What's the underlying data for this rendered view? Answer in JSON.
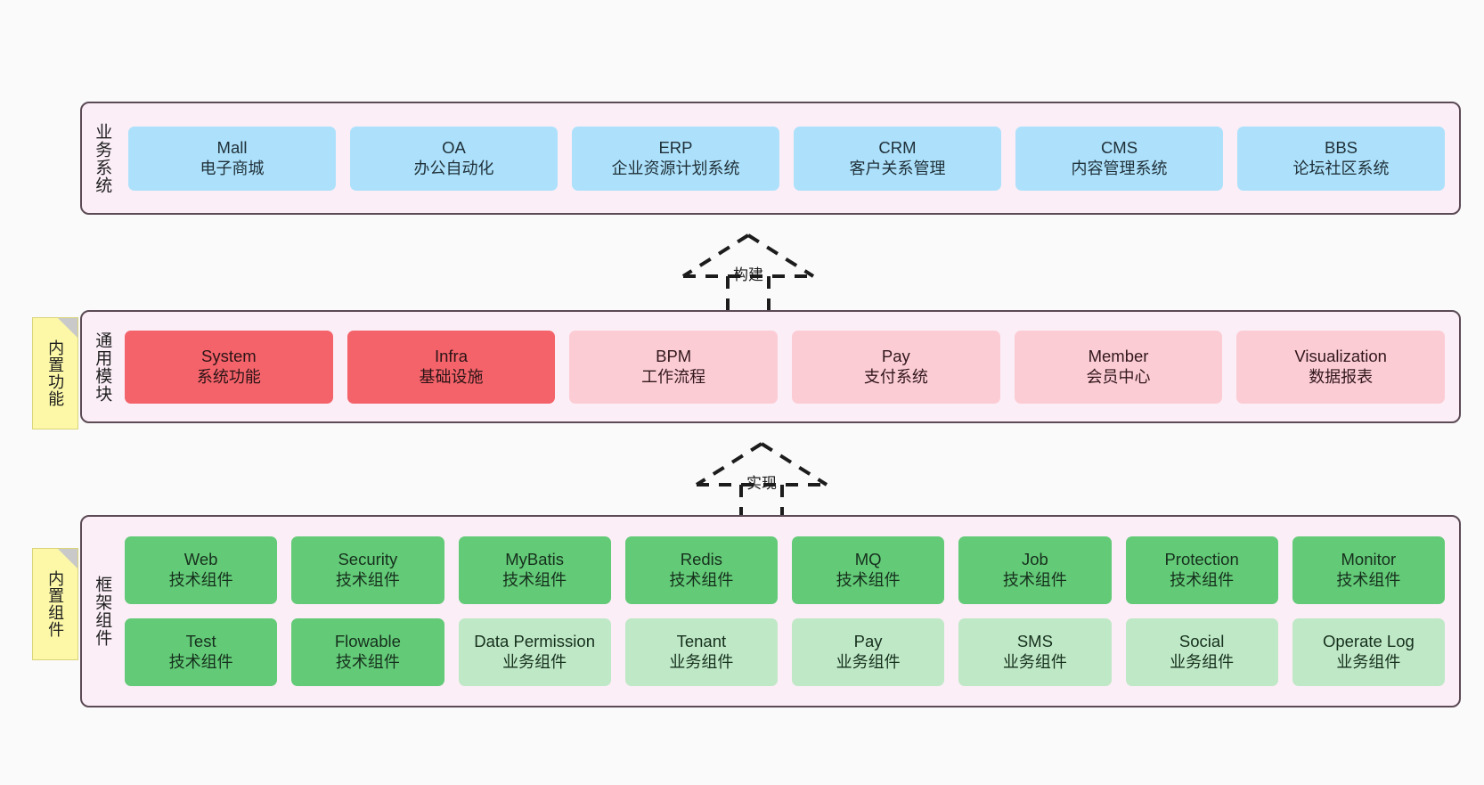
{
  "diagram": {
    "background": "#fafafa",
    "layer_fill": "#fbeef7",
    "layer_border": "#5c4a55",
    "tag_fill": "#fcf8a8"
  },
  "layers": {
    "business": {
      "title": "业务系统",
      "cards": [
        {
          "name": "Mall",
          "sub": "电子商城",
          "color": "#ade1fb"
        },
        {
          "name": "OA",
          "sub": "办公自动化",
          "color": "#ade1fb"
        },
        {
          "name": "ERP",
          "sub": "企业资源计划系统",
          "color": "#ade1fb"
        },
        {
          "name": "CRM",
          "sub": "客户关系管理",
          "color": "#ade1fb"
        },
        {
          "name": "CMS",
          "sub": "内容管理系统",
          "color": "#ade1fb"
        },
        {
          "name": "BBS",
          "sub": "论坛社区系统",
          "color": "#ade1fb"
        }
      ]
    },
    "modules": {
      "title": "通用模块",
      "cards": [
        {
          "name": "System",
          "sub": "系统功能",
          "color": "#f4636a"
        },
        {
          "name": "Infra",
          "sub": "基础设施",
          "color": "#f4636a"
        },
        {
          "name": "BPM",
          "sub": "工作流程",
          "color": "#fcccd4"
        },
        {
          "name": "Pay",
          "sub": "支付系统",
          "color": "#fcccd4"
        },
        {
          "name": "Member",
          "sub": "会员中心",
          "color": "#fcccd4"
        },
        {
          "name": "Visualization",
          "sub": "数据报表",
          "color": "#fcccd4"
        }
      ]
    },
    "framework": {
      "title": "框架组件",
      "row1": [
        {
          "name": "Web",
          "sub": "技术组件",
          "color": "#63ca77"
        },
        {
          "name": "Security",
          "sub": "技术组件",
          "color": "#63ca77"
        },
        {
          "name": "MyBatis",
          "sub": "技术组件",
          "color": "#63ca77"
        },
        {
          "name": "Redis",
          "sub": "技术组件",
          "color": "#63ca77"
        },
        {
          "name": "MQ",
          "sub": "技术组件",
          "color": "#63ca77"
        },
        {
          "name": "Job",
          "sub": "技术组件",
          "color": "#63ca77"
        },
        {
          "name": "Protection",
          "sub": "技术组件",
          "color": "#63ca77"
        },
        {
          "name": "Monitor",
          "sub": "技术组件",
          "color": "#63ca77"
        }
      ],
      "row2": [
        {
          "name": "Test",
          "sub": "技术组件",
          "color": "#63ca77"
        },
        {
          "name": "Flowable",
          "sub": "技术组件",
          "color": "#63ca77"
        },
        {
          "name": "Data Permission",
          "sub": "业务组件",
          "color": "#bfe8c6"
        },
        {
          "name": "Tenant",
          "sub": "业务组件",
          "color": "#bfe8c6"
        },
        {
          "name": "Pay",
          "sub": "业务组件",
          "color": "#bfe8c6"
        },
        {
          "name": "SMS",
          "sub": "业务组件",
          "color": "#bfe8c6"
        },
        {
          "name": "Social",
          "sub": "业务组件",
          "color": "#bfe8c6"
        },
        {
          "name": "Operate Log",
          "sub": "业务组件",
          "color": "#bfe8c6"
        }
      ]
    }
  },
  "tags": {
    "builtin_function": "内置功能",
    "builtin_component": "内置组件"
  },
  "arrows": {
    "build": "构建",
    "realize": "实现"
  }
}
